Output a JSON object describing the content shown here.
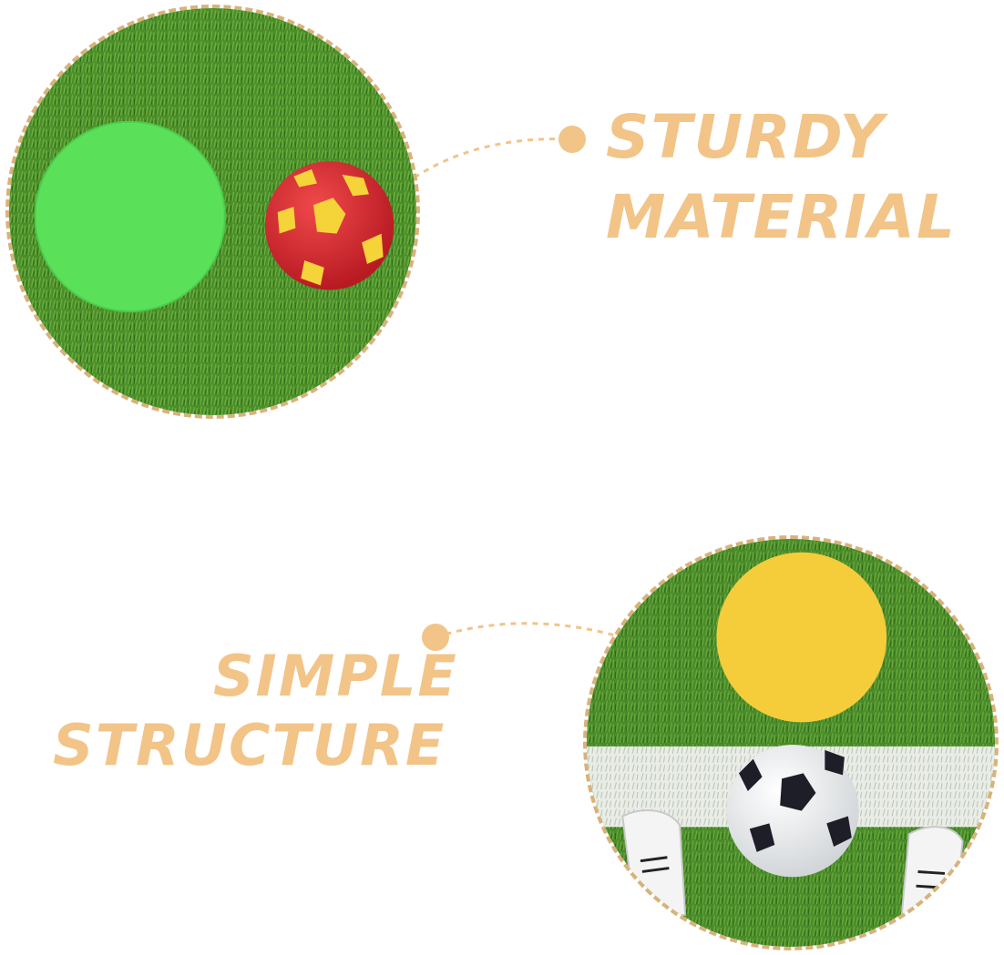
{
  "features": [
    {
      "line1": "STURDY",
      "line2": "MATERIAL",
      "disc_color": "#5be05a",
      "ball_colors": [
        "#d8212f",
        "#f5d43a"
      ]
    },
    {
      "line1": "SIMPLE",
      "line2": "STRUCTURE",
      "disc_color": "#f5cc3a",
      "ball_colors": [
        "#ffffff",
        "#1e1e28"
      ]
    }
  ],
  "palette": {
    "accent": "#f2c488",
    "border": "#d9b27a",
    "grass": "#4d8f2b",
    "background": "#ffffff"
  }
}
